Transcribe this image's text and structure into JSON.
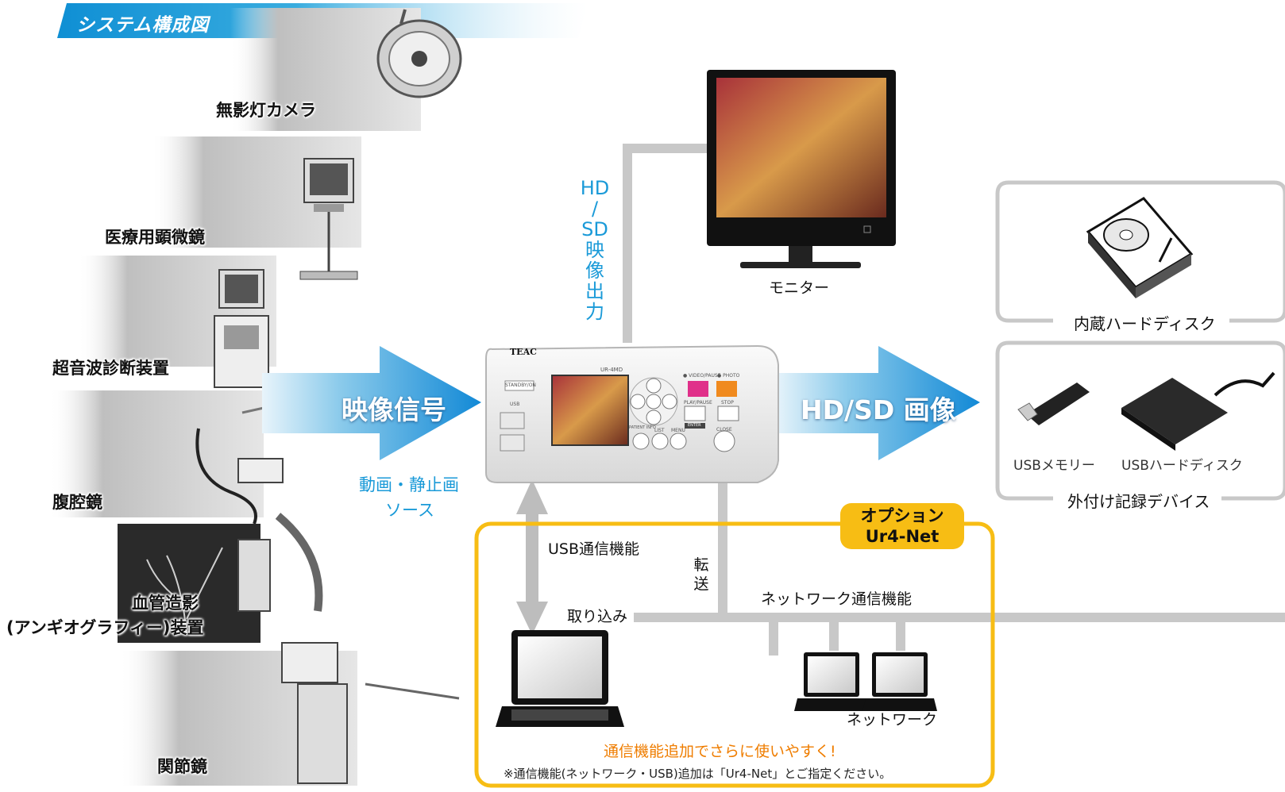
{
  "title": "システム構成図",
  "sources": {
    "lamp_camera": "無影灯カメラ",
    "microscope": "医療用顕微鏡",
    "ultrasound": "超音波診断装置",
    "laparoscope": "腹腔鏡",
    "angio_line1": "血管造影",
    "angio_line2": "(アンギオグラフィー)装置",
    "arthroscope": "関節鏡"
  },
  "left_arrow": {
    "label": "映像信号",
    "caption_line1": "動画・静止画",
    "caption_line2": "ソース"
  },
  "hd_output_vertical": [
    "HD",
    "/",
    "SD",
    "映",
    "像",
    "出",
    "力"
  ],
  "monitor_label": "モニター",
  "right_arrow": {
    "label": "HD/SD 画像"
  },
  "recorder": {
    "brand": "TEAC",
    "model": "UR-4MD",
    "buttons": {
      "video_pause": "● VIDEO/PAUSE",
      "photo": "● PHOTO",
      "play_pause": "PLAY/PAUSE",
      "stop": "STOP",
      "enter": "ENTER",
      "patient_info": "PATIENT INFO",
      "list": "LIST",
      "menu": "MENU",
      "close": "CLOSE",
      "usb": "USB",
      "standby": "STANDBY/ON"
    }
  },
  "internal": {
    "label": "内蔵ハードディスク"
  },
  "external": {
    "label": "外付け記録デバイス",
    "usb_memory": "USBメモリー",
    "usb_hdd": "USBハードディスク"
  },
  "option": {
    "badge_line1": "オプション",
    "badge_line2": "Ur4-Net",
    "usb_comm": "USB通信機能",
    "import": "取り込み",
    "transfer_vertical": [
      "転",
      "送"
    ],
    "network_comm": "ネットワーク通信機能",
    "network": "ネットワーク",
    "tagline": "通信機能追加でさらに使いやすく!",
    "note": "※通信機能(ネットワーク・USB)追加は「Ur4-Net」とご指定ください。"
  },
  "colors": {
    "accent_blue": "#1a9ad8",
    "option_yellow": "#f7bd14",
    "tagline_orange": "#ef7d00",
    "connector_gray": "#c7c7c7"
  }
}
